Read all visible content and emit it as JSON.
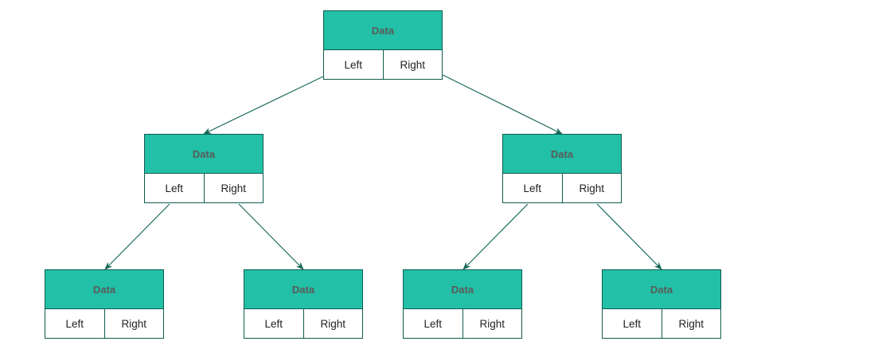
{
  "colors": {
    "node_fill": "#22c0a6",
    "node_border": "#0f5c4f",
    "data_text": "#5a5a5a",
    "edge": "#17695b"
  },
  "nodes": [
    {
      "data": "Data",
      "left": "Left",
      "right": "Right"
    },
    {
      "data": "Data",
      "left": "Left",
      "right": "Right"
    },
    {
      "data": "Data",
      "left": "Left",
      "right": "Right"
    },
    {
      "data": "Data",
      "left": "Left",
      "right": "Right"
    },
    {
      "data": "Data",
      "left": "Left",
      "right": "Right"
    },
    {
      "data": "Data",
      "left": "Left",
      "right": "Right"
    },
    {
      "data": "Data",
      "left": "Left",
      "right": "Right"
    }
  ]
}
